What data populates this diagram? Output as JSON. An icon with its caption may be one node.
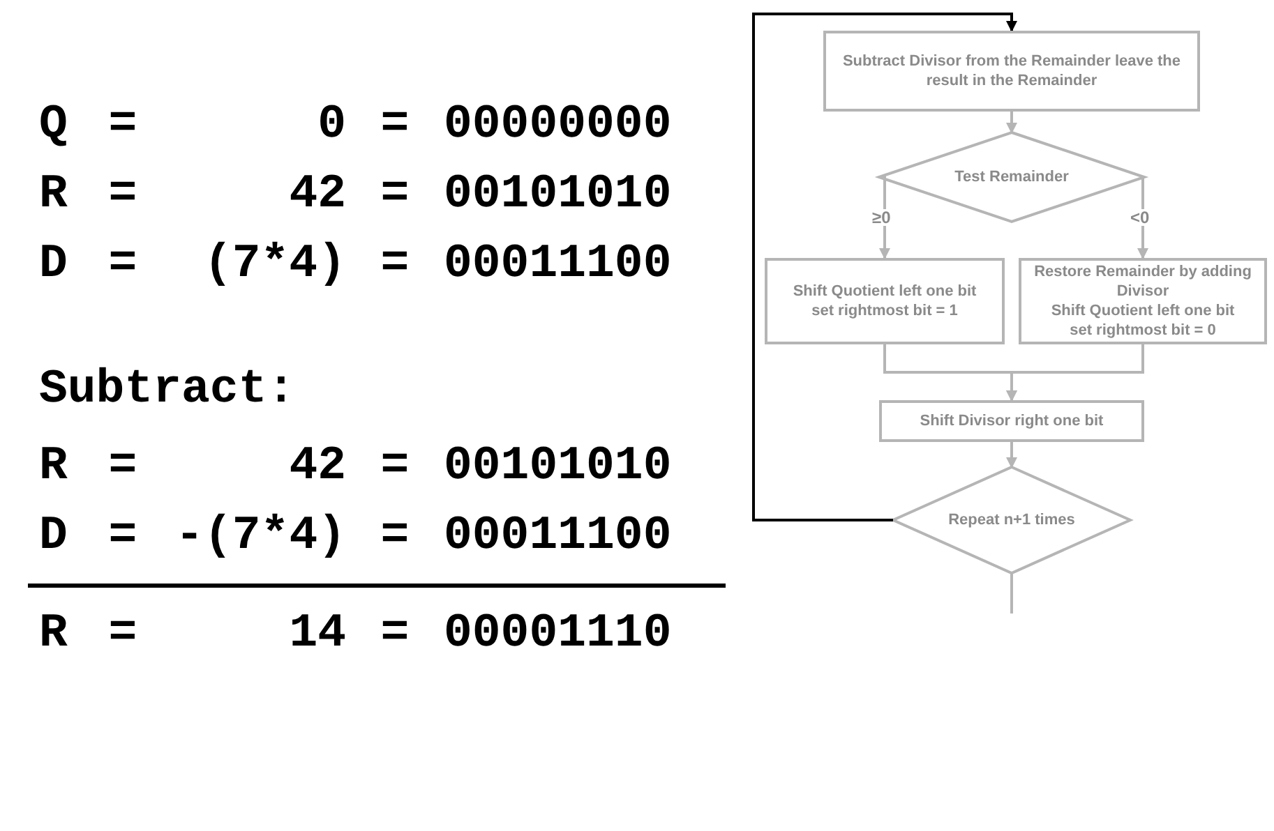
{
  "diagram": {
    "nodes": [
      {
        "text": [
          "Subtract Divisor from the Remainder leave the result in the Remainder"
        ]
      },
      {
        "text": [
          "Test Remainder"
        ]
      },
      {
        "text": [
          "Shift Quotient left one bit",
          "set rightmost bit = 1"
        ]
      },
      {
        "text": [
          "Restore Remainder by adding Divisor",
          "Shift Quotient left one bit",
          "set rightmost bit = 0"
        ]
      },
      {
        "text": [
          "Shift Divisor right one bit"
        ]
      },
      {
        "text": [
          "Repeat n+1 times"
        ]
      }
    ],
    "edges": [
      {
        "from": 0,
        "to": 1,
        "arrow": "to"
      },
      {
        "from": 1,
        "to": 2,
        "arrow": "to",
        "label": "≥0"
      },
      {
        "from": 1,
        "to": 3,
        "arrow": "to",
        "label": "<0"
      },
      {
        "from": 2,
        "to": 4,
        "arrow": "to"
      },
      {
        "from": 3,
        "to": 4,
        "arrow": "to"
      },
      {
        "from": 4,
        "to": 5,
        "arrow": "to"
      },
      {
        "from": 5,
        "to": 0,
        "arrow": "to",
        "color": "#000000"
      },
      {
        "from": 5,
        "to": null,
        "arrow": "none"
      }
    ],
    "labels": [
      "Q",
      "=",
      "0",
      "=",
      "00000000",
      "R",
      "=",
      "42",
      "=",
      "00101010",
      "D",
      "=",
      "(7*4)",
      "=",
      "00011100",
      "Subtract:",
      "R",
      "=",
      "42",
      "=",
      "00101010",
      "D",
      "=",
      "-(7*4)",
      "=",
      "00011100",
      "R",
      "=",
      "14",
      "=",
      "00001110"
    ]
  }
}
